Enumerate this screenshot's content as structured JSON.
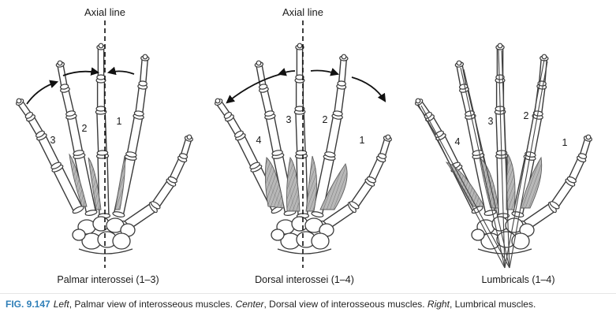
{
  "figure": {
    "panels": [
      {
        "id": "left",
        "axis_label": "Axial line",
        "title": "Palmar interossei (1–3)",
        "digit_numbers": [
          "3",
          "2",
          "1"
        ]
      },
      {
        "id": "center",
        "axis_label": "Axial line",
        "title": "Dorsal interossei (1–4)",
        "digit_numbers": [
          "4",
          "3",
          "2",
          "1"
        ]
      },
      {
        "id": "right",
        "title": "Lumbricals (1–4)",
        "digit_numbers": [
          "4",
          "3",
          "2",
          "1"
        ]
      }
    ],
    "caption": {
      "fig_number": "FIG. 9.147",
      "left_word": "Left",
      "left_text": ", Palmar view of interosseous muscles. ",
      "center_word": "Center",
      "center_text": ", Dorsal view of interosseous muscles. ",
      "right_word": "Right",
      "right_text": ", Lumbrical muscles."
    }
  },
  "colors": {
    "caption_accent": "#2f7fb8",
    "bone_fill": "#ffffff",
    "bone_stroke": "#3a3a3a",
    "muscle": "#9a9a9a"
  }
}
